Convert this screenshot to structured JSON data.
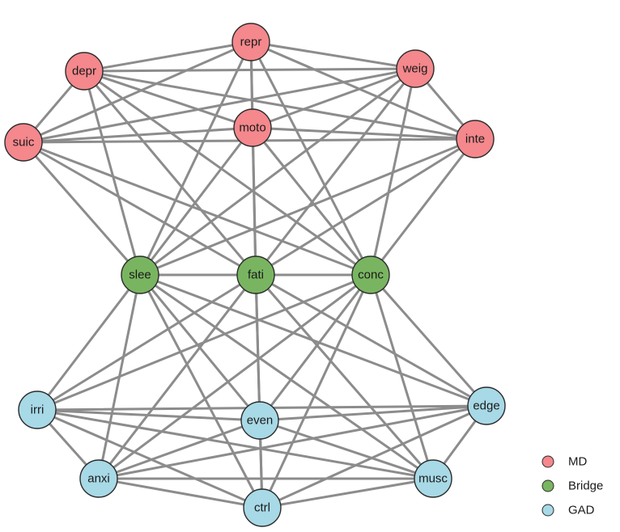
{
  "colors": {
    "MD": "#f4888c",
    "Bridge": "#79b561",
    "GAD": "#a8d9e6"
  },
  "legend": [
    {
      "group": "MD",
      "label": "MD"
    },
    {
      "group": "Bridge",
      "label": "Bridge"
    },
    {
      "group": "GAD",
      "label": "GAD"
    }
  ],
  "nodes": [
    {
      "id": "repr",
      "label": "repr",
      "group": "MD"
    },
    {
      "id": "depr",
      "label": "depr",
      "group": "MD"
    },
    {
      "id": "weig",
      "label": "weig",
      "group": "MD"
    },
    {
      "id": "suic",
      "label": "suic",
      "group": "MD"
    },
    {
      "id": "moto",
      "label": "moto",
      "group": "MD"
    },
    {
      "id": "inte",
      "label": "inte",
      "group": "MD"
    },
    {
      "id": "slee",
      "label": "slee",
      "group": "Bridge"
    },
    {
      "id": "fati",
      "label": "fati",
      "group": "Bridge"
    },
    {
      "id": "conc",
      "label": "conc",
      "group": "Bridge"
    },
    {
      "id": "irri",
      "label": "irri",
      "group": "GAD"
    },
    {
      "id": "even",
      "label": "even",
      "group": "GAD"
    },
    {
      "id": "edge",
      "label": "edge",
      "group": "GAD"
    },
    {
      "id": "anxi",
      "label": "anxi",
      "group": "GAD"
    },
    {
      "id": "musc",
      "label": "musc",
      "group": "GAD"
    },
    {
      "id": "ctrl",
      "label": "ctrl",
      "group": "GAD"
    }
  ],
  "edges": [
    [
      "repr",
      "depr"
    ],
    [
      "repr",
      "weig"
    ],
    [
      "repr",
      "suic"
    ],
    [
      "repr",
      "moto"
    ],
    [
      "repr",
      "inte"
    ],
    [
      "repr",
      "slee"
    ],
    [
      "repr",
      "fati"
    ],
    [
      "repr",
      "conc"
    ],
    [
      "depr",
      "weig"
    ],
    [
      "depr",
      "suic"
    ],
    [
      "depr",
      "moto"
    ],
    [
      "depr",
      "inte"
    ],
    [
      "depr",
      "slee"
    ],
    [
      "depr",
      "fati"
    ],
    [
      "depr",
      "conc"
    ],
    [
      "weig",
      "suic"
    ],
    [
      "weig",
      "moto"
    ],
    [
      "weig",
      "inte"
    ],
    [
      "weig",
      "slee"
    ],
    [
      "weig",
      "fati"
    ],
    [
      "weig",
      "conc"
    ],
    [
      "suic",
      "moto"
    ],
    [
      "suic",
      "inte"
    ],
    [
      "suic",
      "slee"
    ],
    [
      "suic",
      "fati"
    ],
    [
      "suic",
      "conc"
    ],
    [
      "moto",
      "inte"
    ],
    [
      "moto",
      "slee"
    ],
    [
      "moto",
      "fati"
    ],
    [
      "moto",
      "conc"
    ],
    [
      "inte",
      "slee"
    ],
    [
      "inte",
      "fati"
    ],
    [
      "inte",
      "conc"
    ],
    [
      "slee",
      "fati"
    ],
    [
      "slee",
      "conc"
    ],
    [
      "fati",
      "conc"
    ],
    [
      "slee",
      "irri"
    ],
    [
      "slee",
      "even"
    ],
    [
      "slee",
      "edge"
    ],
    [
      "slee",
      "anxi"
    ],
    [
      "slee",
      "musc"
    ],
    [
      "slee",
      "ctrl"
    ],
    [
      "fati",
      "irri"
    ],
    [
      "fati",
      "even"
    ],
    [
      "fati",
      "edge"
    ],
    [
      "fati",
      "anxi"
    ],
    [
      "fati",
      "musc"
    ],
    [
      "fati",
      "ctrl"
    ],
    [
      "conc",
      "irri"
    ],
    [
      "conc",
      "even"
    ],
    [
      "conc",
      "edge"
    ],
    [
      "conc",
      "anxi"
    ],
    [
      "conc",
      "musc"
    ],
    [
      "conc",
      "ctrl"
    ],
    [
      "irri",
      "even"
    ],
    [
      "irri",
      "edge"
    ],
    [
      "irri",
      "anxi"
    ],
    [
      "irri",
      "musc"
    ],
    [
      "irri",
      "ctrl"
    ],
    [
      "even",
      "edge"
    ],
    [
      "even",
      "anxi"
    ],
    [
      "even",
      "musc"
    ],
    [
      "even",
      "ctrl"
    ],
    [
      "edge",
      "anxi"
    ],
    [
      "edge",
      "musc"
    ],
    [
      "edge",
      "ctrl"
    ],
    [
      "anxi",
      "musc"
    ],
    [
      "anxi",
      "ctrl"
    ],
    [
      "musc",
      "ctrl"
    ]
  ]
}
